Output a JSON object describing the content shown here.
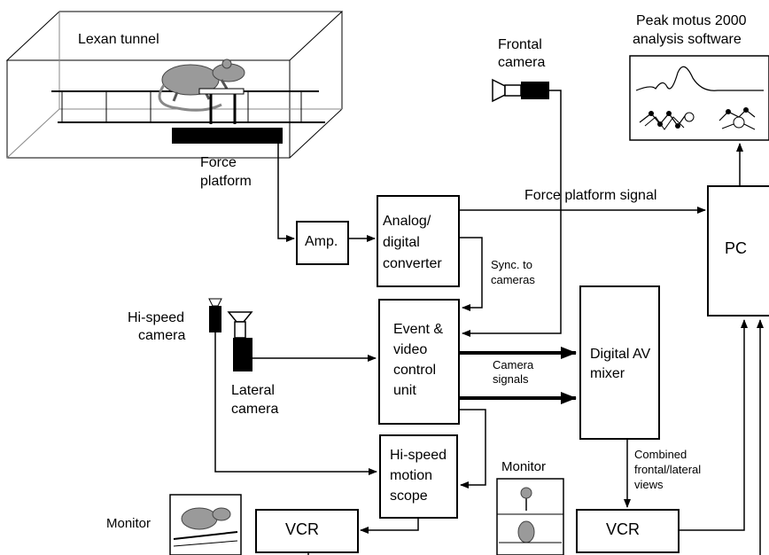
{
  "labels": {
    "lexan_tunnel": "Lexan tunnel",
    "force_platform_1": "Force",
    "force_platform_2": "platform",
    "frontal_camera_1": "Frontal",
    "frontal_camera_2": "camera",
    "peak_motus_1": "Peak motus 2000",
    "peak_motus_2": "analysis software",
    "amp": "Amp.",
    "adc_1": "Analog/",
    "adc_2": "digital",
    "adc_3": "converter",
    "force_signal": "Force platform signal",
    "pc": "PC",
    "sync_1": "Sync. to",
    "sync_2": "cameras",
    "hispeed_camera_1": "Hi-speed",
    "hispeed_camera_2": "camera",
    "lateral_camera_1": "Lateral",
    "lateral_camera_2": "camera",
    "event_1": "Event &",
    "event_2": "video",
    "event_3": "control",
    "event_4": "unit",
    "camera_signals_1": "Camera",
    "camera_signals_2": "signals",
    "mixer_1": "Digital AV",
    "mixer_2": "mixer",
    "combined_1": "Combined",
    "combined_2": "frontal/lateral",
    "combined_3": "views",
    "scope_1": "Hi-speed",
    "scope_2": "motion",
    "scope_3": "scope",
    "monitor_right": "Monitor",
    "monitor_left": "Monitor",
    "vcr_left": "VCR",
    "vcr_right": "VCR"
  }
}
